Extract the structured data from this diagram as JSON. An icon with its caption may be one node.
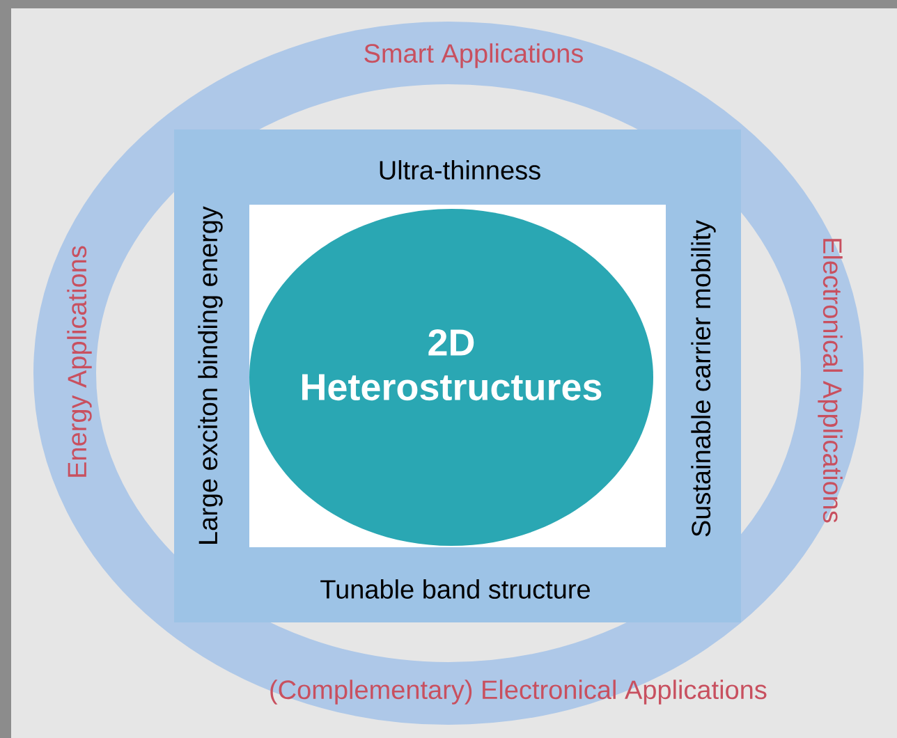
{
  "diagram": {
    "nodes": [
      {
        "text": [
          "Smart Applications",
          "Energy Applications",
          "Electronical Applications",
          "(Complementary) Electronical Applications"
        ]
      },
      {
        "text": [
          "Ultra-thinness",
          "Large exciton binding energy",
          "Sustainable carrier mobility",
          "Tunable band structure"
        ],
        "in": 0
      },
      {
        "text": [
          "2D Heterostructures"
        ],
        "in": 1
      }
    ]
  }
}
